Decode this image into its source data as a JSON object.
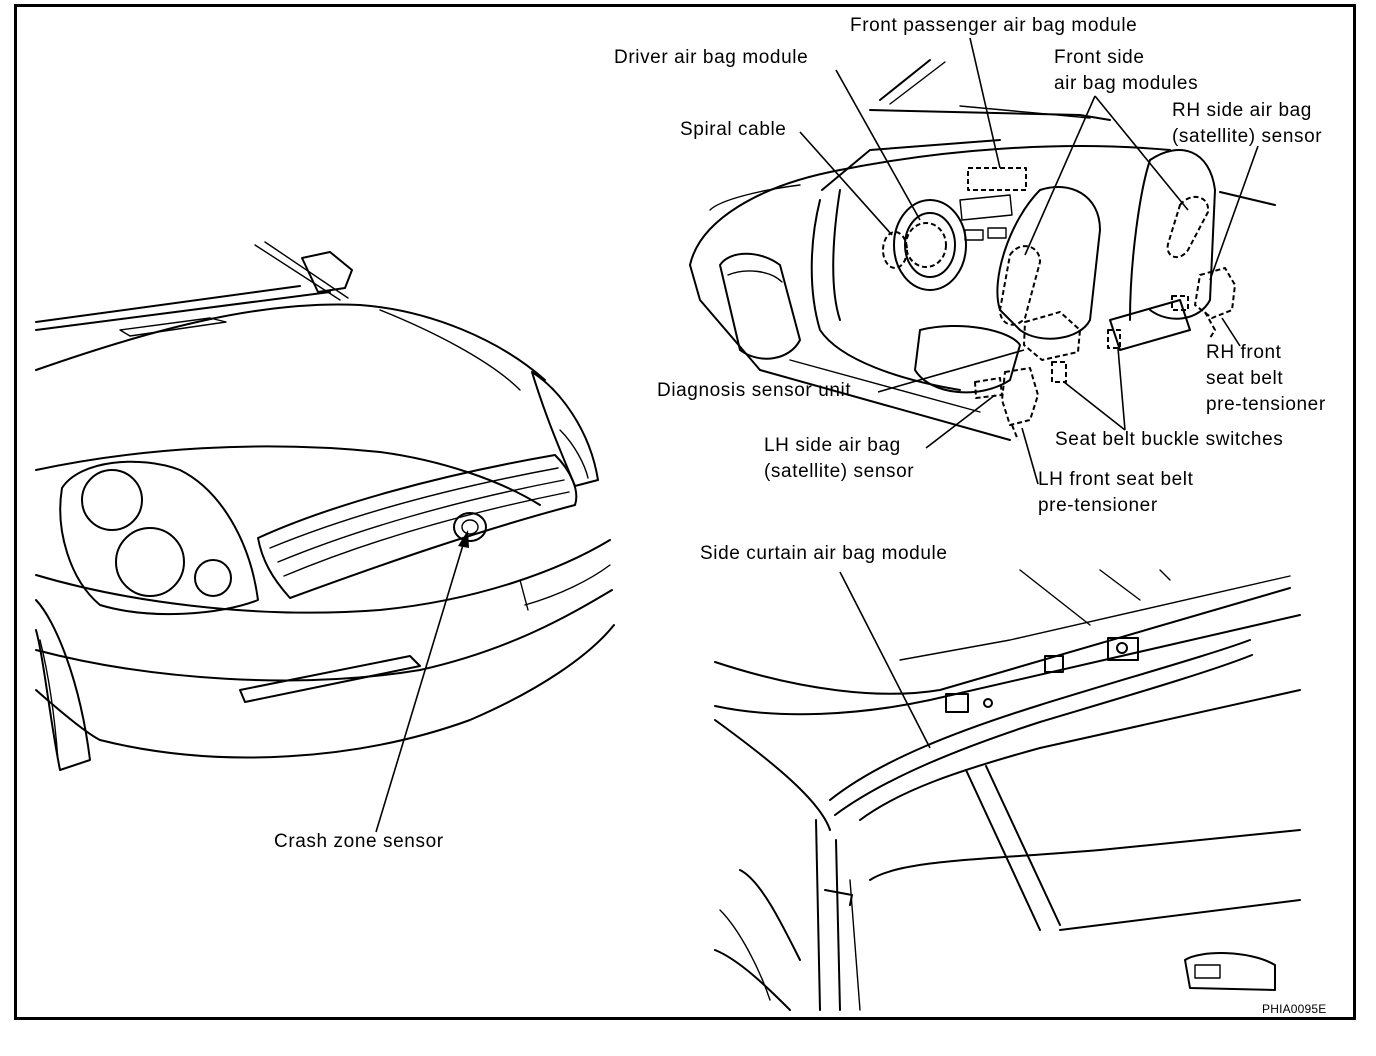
{
  "labels": {
    "front_passenger_air_bag_module": "Front passenger air bag module",
    "driver_air_bag_module": "Driver air bag module",
    "front_side_air_bag_modules": "Front side\nair bag modules",
    "rh_side_air_bag_sensor": "RH side air bag\n(satellite) sensor",
    "spiral_cable": "Spiral cable",
    "rh_front_seat_belt_pretensioner": "RH front\nseat belt\npre-tensioner",
    "diagnosis_sensor_unit": "Diagnosis sensor unit",
    "lh_side_air_bag_sensor": "LH side air bag\n(satellite) sensor",
    "seat_belt_buckle_switches": "Seat belt buckle switches",
    "lh_front_seat_belt_pretensioner": "LH front seat belt\npre-tensioner",
    "side_curtain_air_bag_module": "Side curtain air bag module",
    "crash_zone_sensor": "Crash zone sensor"
  },
  "figure_code": "PHIA0095E"
}
